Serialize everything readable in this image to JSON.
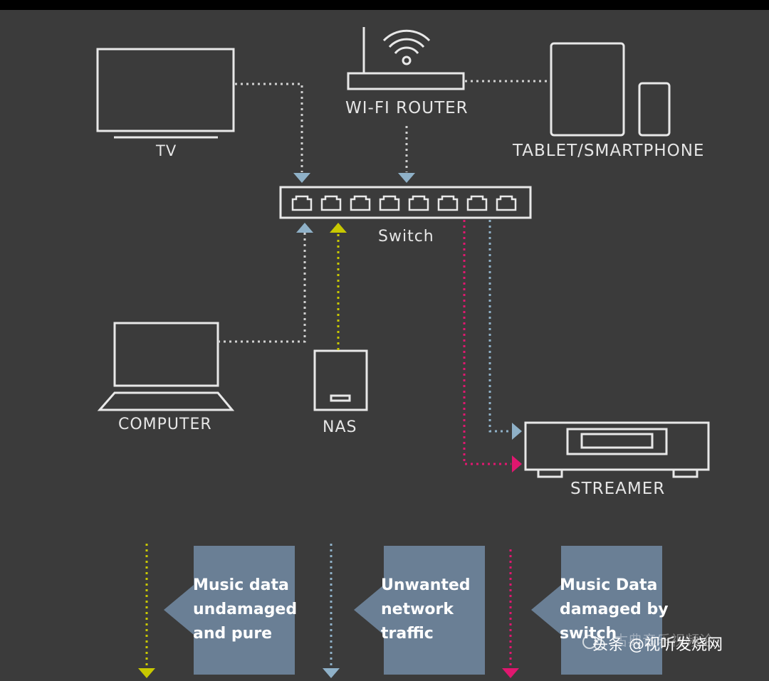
{
  "labels": {
    "tv": "TV",
    "router": "WI-FI ROUTER",
    "tablet": "TABLET/SMARTPHONE",
    "switch": "Switch",
    "computer": "COMPUTER",
    "nas": "NAS",
    "streamer": "STREAMER"
  },
  "legend": [
    {
      "lines": [
        "Music data",
        "undamaged",
        "and pure"
      ],
      "color": "#c8c800"
    },
    {
      "lines": [
        "Unwanted",
        "network",
        "traffic"
      ],
      "color": "#8fb1c8"
    },
    {
      "lines": [
        "Music Data",
        "damaged by",
        "switch"
      ],
      "color": "#e0176f"
    }
  ],
  "watermark": {
    "text": "头条 @视听发烧网",
    "faint": "古典音乐视频论"
  },
  "colors": {
    "yellow": "#c8c800",
    "blue": "#8fb1c8",
    "pink": "#e0176f",
    "card": "#6a7f95",
    "line": "#e8e8e8"
  }
}
